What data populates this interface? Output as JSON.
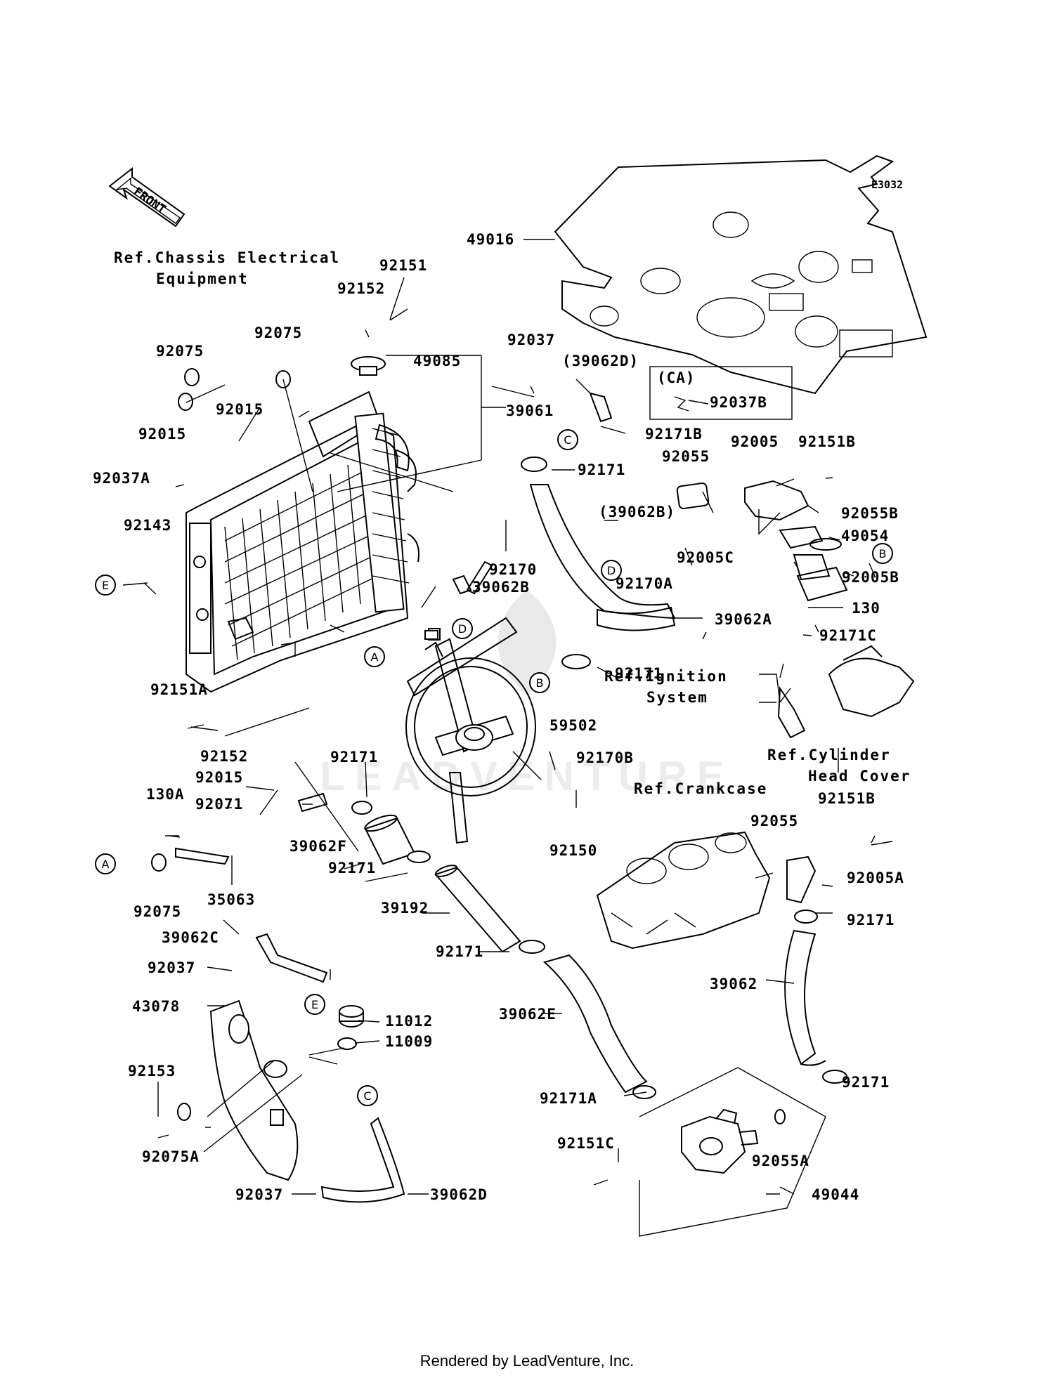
{
  "diagram_code": "E3032",
  "front_arrow_label": "FRONT",
  "footer": "Rendered by LeadVenture, Inc.",
  "watermark": "LEADVENTURE",
  "references": {
    "chassis_electrical": [
      "Ref.Chassis Electrical",
      "Equipment"
    ],
    "ignition_system": [
      "Ref.Ignition",
      "System"
    ],
    "cylinder_head_cover": [
      "Ref.Cylinder",
      "Head Cover"
    ],
    "crankcase": "Ref.Crankcase"
  },
  "ca_box": {
    "title": "(CA)",
    "part": "92037B"
  },
  "callouts": [
    "A",
    "B",
    "C",
    "D",
    "E"
  ],
  "part_labels": [
    "49016",
    "92151",
    "92152",
    "92075",
    "92075",
    "49085",
    "92037",
    "(39062D)",
    "92015",
    "92015",
    "39061",
    "92171B",
    "92037A",
    "92171",
    "92055",
    "92005",
    "92151B",
    "(39062B)",
    "92055B",
    "92143",
    "92170",
    "49054",
    "92005C",
    "92005B",
    "39062B",
    "92170A",
    "130",
    "39062A",
    "92171C",
    "92171",
    "92151A",
    "59502",
    "92152",
    "92170B",
    "92015",
    "92171",
    "92071",
    "130A",
    "39062F",
    "92150",
    "92151B",
    "92055",
    "92171",
    "92005A",
    "92075",
    "35063",
    "39192",
    "92171",
    "39062C",
    "92171",
    "92037",
    "43078",
    "11012",
    "39062",
    "11009",
    "39062E",
    "92153",
    "92171A",
    "92171",
    "92151C",
    "92055A",
    "92075A",
    "49044",
    "92037",
    "39062D"
  ]
}
